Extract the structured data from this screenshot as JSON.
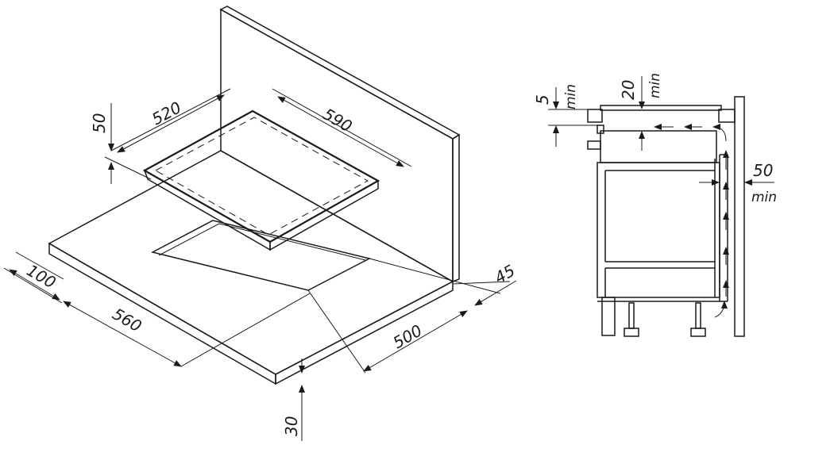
{
  "installation_diagram": {
    "cutout_dimensions": {
      "width": "560",
      "depth": "500",
      "front_margin": "100",
      "rear_margin": "45",
      "countertop_thickness": "30"
    },
    "hob_dimensions": {
      "depth": "520",
      "width": "590",
      "height": "50"
    },
    "clearances": {
      "top_gap": "5",
      "top_gap_unit": "min",
      "air_gap": "20",
      "air_gap_unit": "min",
      "rear_gap": "50",
      "rear_gap_unit": "min"
    }
  },
  "colors": {
    "line": "#1a1a1a",
    "background": "#ffffff"
  }
}
